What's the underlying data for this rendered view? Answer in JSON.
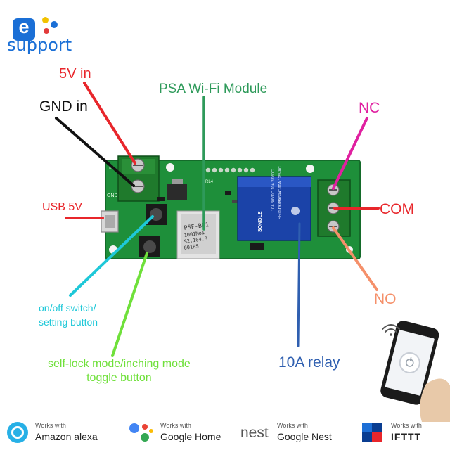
{
  "brand": {
    "badge_letter": "e",
    "name": "support",
    "color": "#1a6fd6"
  },
  "board": {
    "pcb_labels": {
      "in": "IN",
      "gnd": "GND",
      "rl4": "RL4"
    },
    "module_text": [
      "PSF-B01",
      "1001Mo1",
      "S2.104.3",
      "001BS"
    ],
    "relay_text": [
      "SRD-05VDC-SL-C",
      "10A 250VAC 10A 125VAC",
      "10A 30VDC 10A 28VDC",
      "SONGLE"
    ]
  },
  "annotations": {
    "v5_in": "5V in",
    "gnd_in": "GND in",
    "wifi_module": "PSA Wi-Fi Module",
    "nc": "NC",
    "usb_5v": "USB 5V",
    "com": "COM",
    "onoff_line1": "on/off switch/",
    "onoff_line2": "setting button",
    "no": "NO",
    "selflock_line1": "self-lock mode/inching mode",
    "selflock_line2": "toggle button",
    "relay": "10A relay"
  },
  "colors": {
    "v5_in": "#e8262b",
    "gnd_in": "#111111",
    "wifi_module": "#2e9a5a",
    "nc": "#e020a0",
    "usb_5v": "#e8262b",
    "com": "#e8262b",
    "onoff": "#1ec8d8",
    "no": "#f5906a",
    "selflock": "#6fe03a",
    "relay": "#2f5fb0",
    "pcb": "#1e8f3a"
  },
  "footer": [
    {
      "works_with": "Works with",
      "name": "Amazon alexa",
      "icon": "alexa-icon"
    },
    {
      "works_with": "Works with",
      "name": "Google Home",
      "icon": "google-assistant-icon"
    },
    {
      "brand": "nest",
      "works_with": "Works with",
      "name": "Google Nest",
      "icon": "nest-logo"
    },
    {
      "works_with": "Works with",
      "name": "IFTTT",
      "icon": "ifttt-icon"
    }
  ]
}
